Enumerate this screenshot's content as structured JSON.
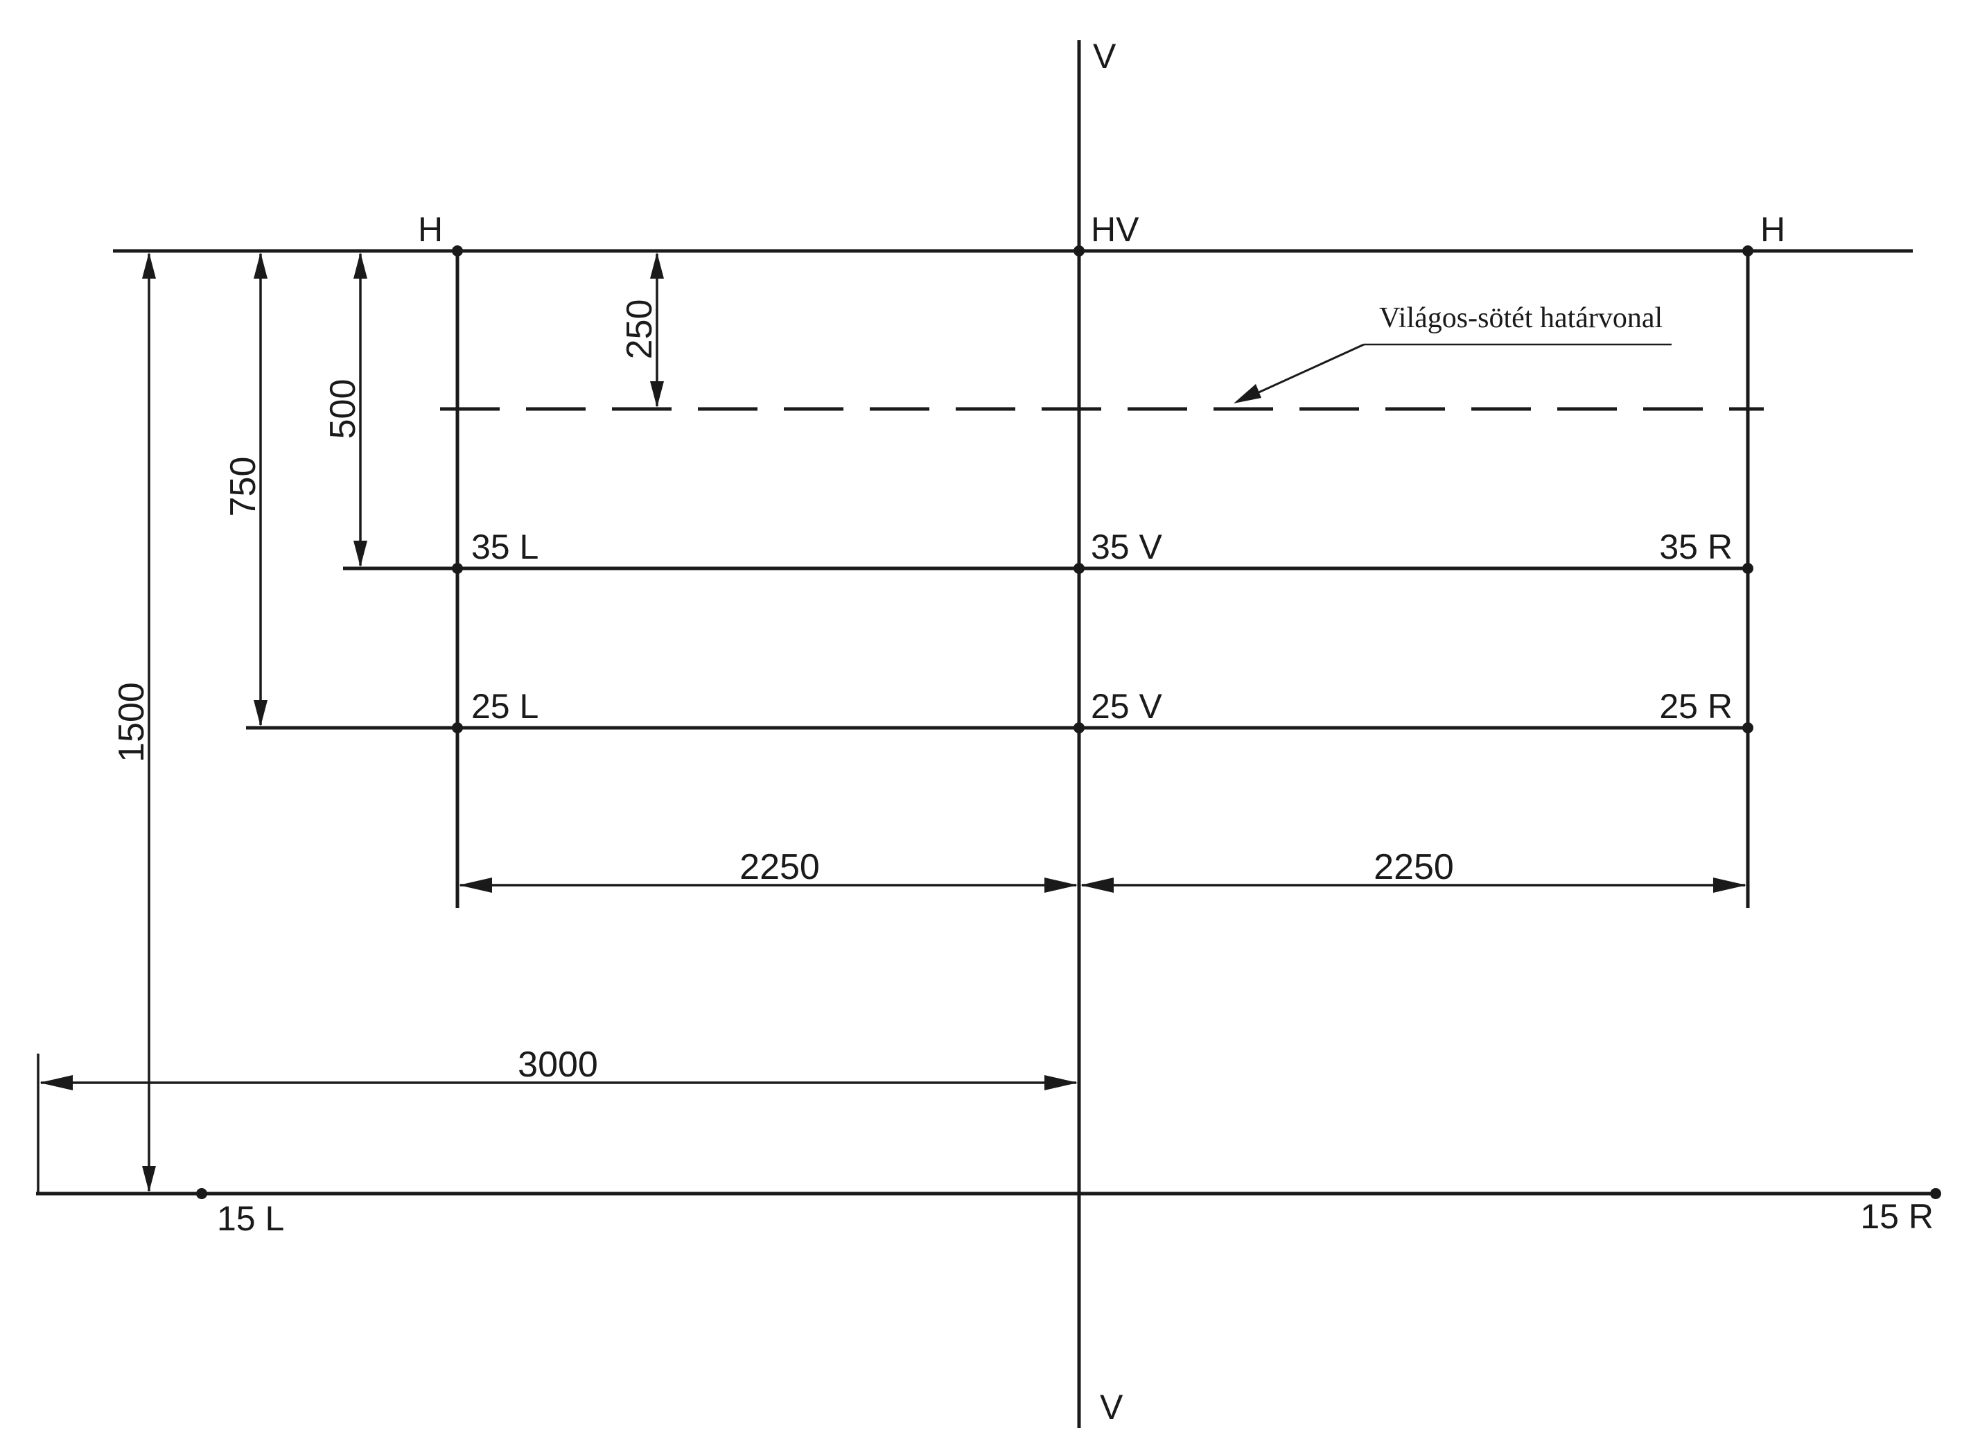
{
  "axes": {
    "vertical_top": "V",
    "vertical_bottom": "V",
    "horizontal_left": "H",
    "horizontal_right": "H",
    "origin": "HV"
  },
  "points": {
    "p35L": "35 L",
    "p35V": "35 V",
    "p35R": "35 R",
    "p25L": "25 L",
    "p25V": "25 V",
    "p25R": "25 R",
    "p15L": "15 L",
    "p15R": "15 R"
  },
  "dimensions": {
    "d250": "250",
    "d500": "500",
    "d750": "750",
    "d1500": "1500",
    "d2250_left": "2250",
    "d2250_right": "2250",
    "d3000": "3000"
  },
  "annotation": {
    "cutoff_label": "Világos-sötét határvonal"
  }
}
